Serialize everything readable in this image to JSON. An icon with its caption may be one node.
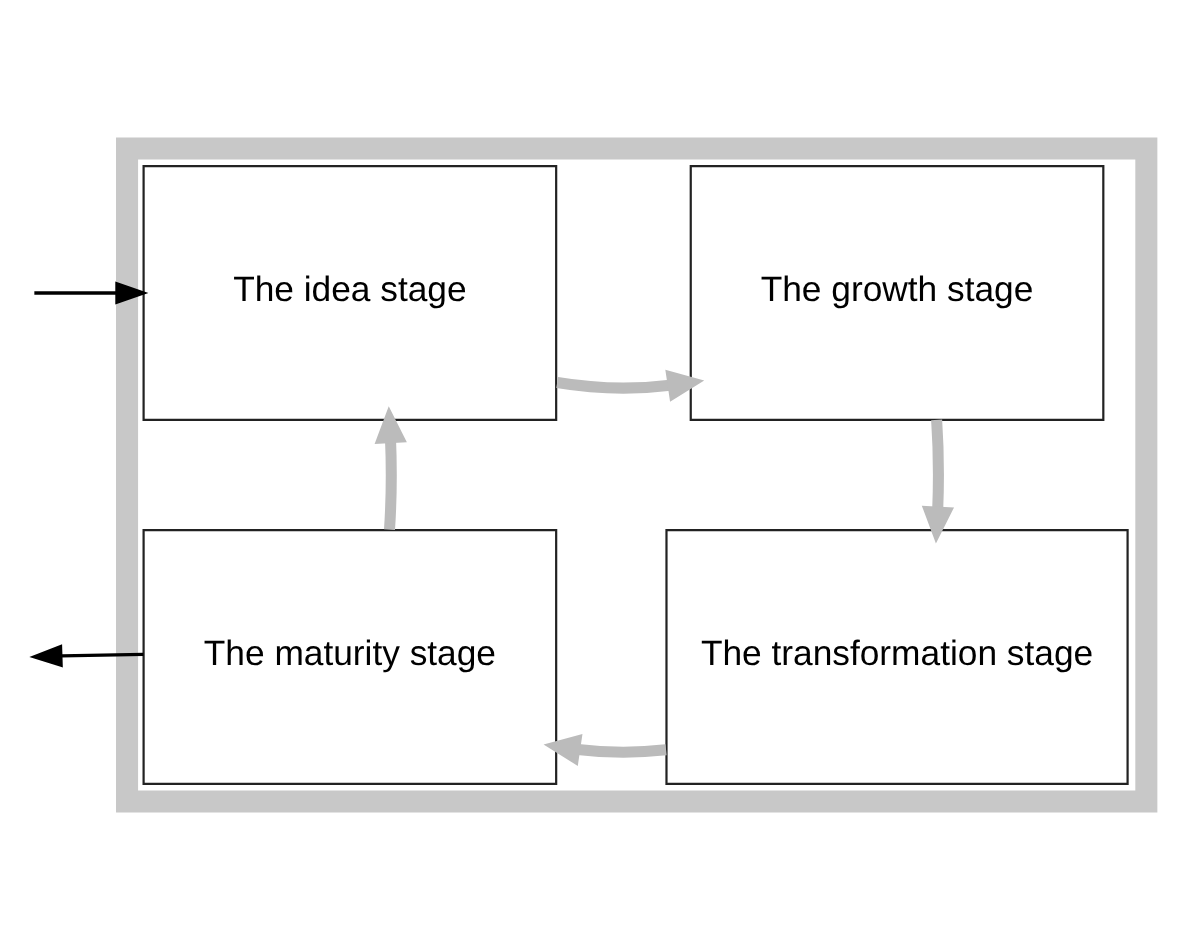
{
  "diagram": {
    "nodes": [
      {
        "text": [],
        "shape": "box"
      },
      {
        "text": [
          "The idea stage"
        ],
        "in": 0
      },
      {
        "text": [
          "The growth stage"
        ],
        "in": 0
      },
      {
        "text": [
          "The maturity stage"
        ],
        "in": 0
      },
      {
        "text": [
          "The transformation stage"
        ],
        "in": 0
      }
    ],
    "edges": [
      {
        "from": null,
        "to": 1,
        "arrow": "to",
        "color": "#000000"
      },
      {
        "from": 3,
        "to": null,
        "arrow": "to",
        "color": "#000000"
      },
      {
        "from": 1,
        "to": 2,
        "arrow": "to"
      },
      {
        "from": 2,
        "to": 4,
        "arrow": "to"
      },
      {
        "from": 4,
        "to": 3,
        "arrow": "to"
      },
      {
        "from": 3,
        "to": 1,
        "arrow": "to"
      }
    ]
  }
}
